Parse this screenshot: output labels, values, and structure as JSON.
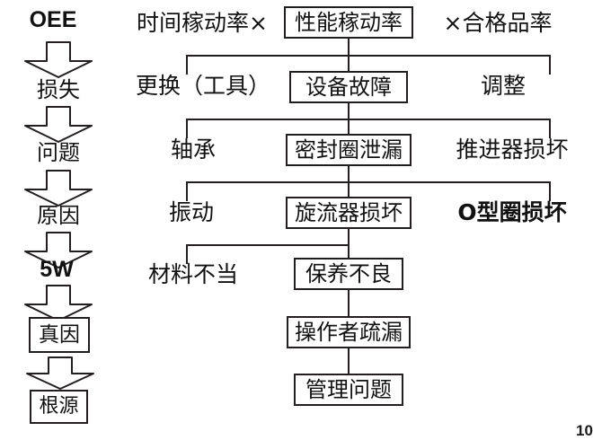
{
  "diagram": {
    "title": "OEE 5W 根本原因分析图",
    "type": "tree-breakdown",
    "page_number": "10",
    "colors": {
      "line": "#231f20",
      "text": "#111111",
      "background": "#ffffff"
    },
    "rail": {
      "steps": [
        {
          "label": "OEE",
          "style": "bold-text",
          "boxed": false
        },
        {
          "label": "损失",
          "style": "text",
          "boxed": false
        },
        {
          "label": "问题",
          "style": "text",
          "boxed": false
        },
        {
          "label": "原因",
          "style": "text",
          "boxed": false
        },
        {
          "label": "5W",
          "style": "bold-text",
          "boxed": false
        },
        {
          "label": "真因",
          "style": "text",
          "boxed": true
        },
        {
          "label": "根源",
          "style": "text",
          "boxed": true
        }
      ],
      "arrow_count": 6,
      "arrow_icon": "down-block-arrow"
    },
    "levels": [
      {
        "index": 0,
        "left": {
          "label": "时间稼动率×",
          "boxed": false,
          "bold": false
        },
        "center": {
          "label": "性能稼动率",
          "boxed": true,
          "bold": false
        },
        "right": {
          "label": "×合格品率",
          "boxed": false,
          "bold": false
        }
      },
      {
        "index": 1,
        "left": {
          "label": "更换（工具）",
          "boxed": false,
          "bold": false
        },
        "center": {
          "label": "设备故障",
          "boxed": true,
          "bold": false
        },
        "right": {
          "label": "调整",
          "boxed": false,
          "bold": false
        }
      },
      {
        "index": 2,
        "left": {
          "label": "轴承",
          "boxed": false,
          "bold": false
        },
        "center": {
          "label": "密封圈泄漏",
          "boxed": true,
          "bold": false
        },
        "right": {
          "label": "推进器损坏",
          "boxed": false,
          "bold": false
        }
      },
      {
        "index": 3,
        "left": {
          "label": "振动",
          "boxed": false,
          "bold": false
        },
        "center": {
          "label": "旋流器损坏",
          "boxed": true,
          "bold": false
        },
        "right": {
          "label": "O型圈损坏",
          "boxed": false,
          "bold": true
        }
      },
      {
        "index": 4,
        "left": {
          "label": "材料不当",
          "boxed": false,
          "bold": false
        },
        "center": {
          "label": "保养不良",
          "boxed": true,
          "bold": false
        },
        "right": null
      },
      {
        "index": 5,
        "left": null,
        "center": {
          "label": "操作者疏漏",
          "boxed": true,
          "bold": false
        },
        "right": null
      },
      {
        "index": 6,
        "left": null,
        "center": {
          "label": "管理问题",
          "boxed": true,
          "bold": false
        },
        "right": null
      }
    ]
  }
}
